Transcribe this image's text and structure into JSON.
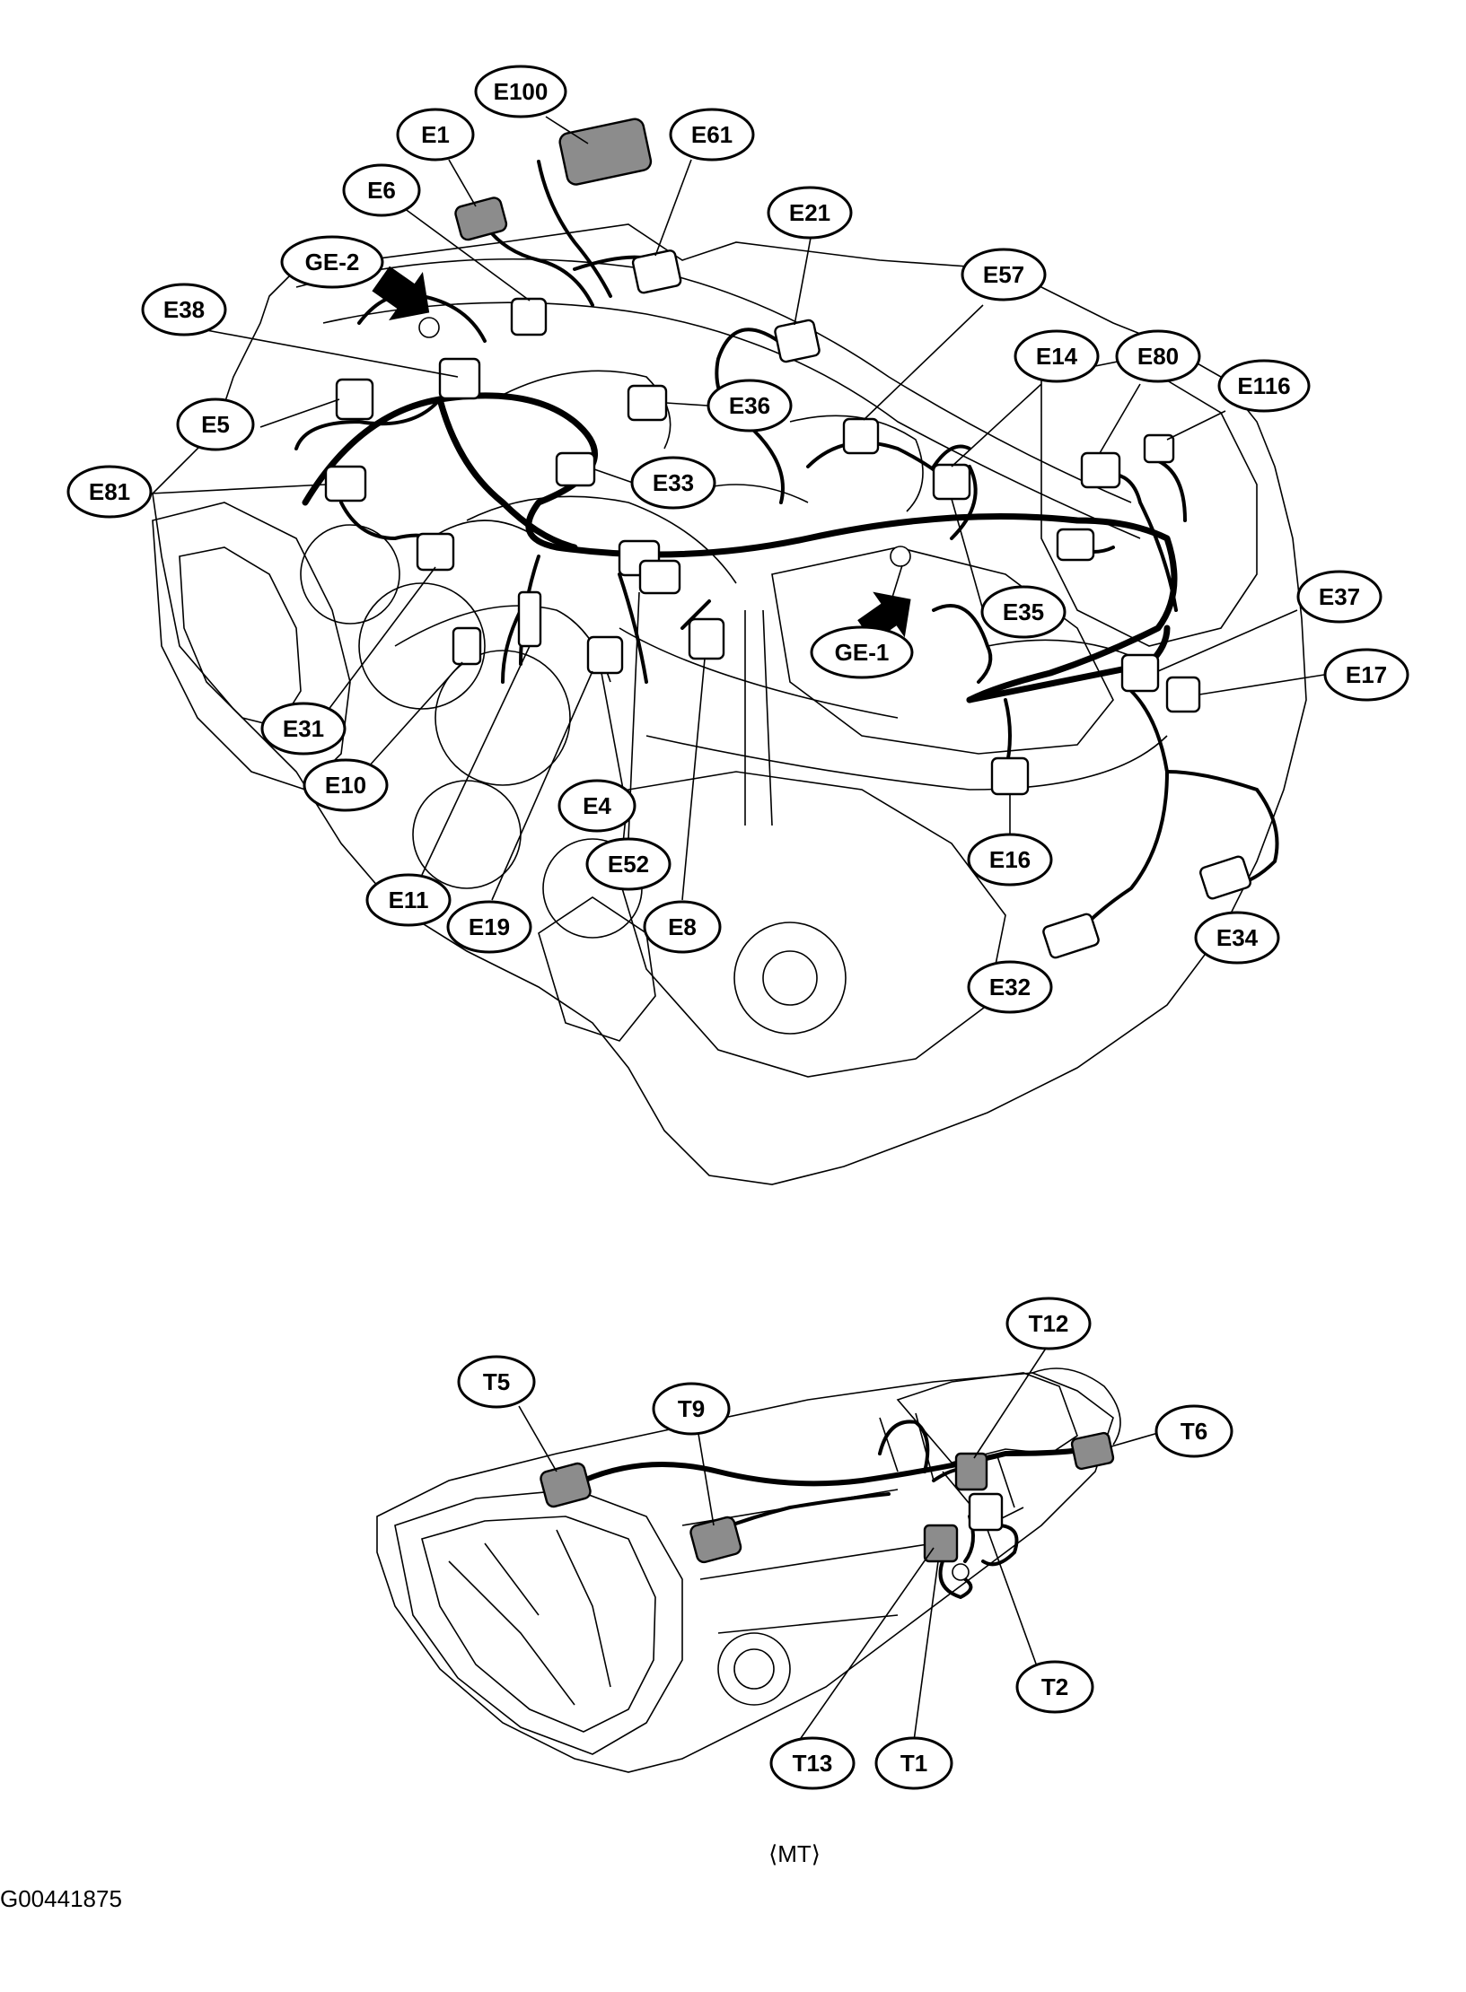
{
  "figure_code": "G00441875",
  "caption": "⟨MT⟩",
  "labels": [
    {
      "id": "E100",
      "text": "E100"
    },
    {
      "id": "E1",
      "text": "E1"
    },
    {
      "id": "E61",
      "text": "E61"
    },
    {
      "id": "E6",
      "text": "E6"
    },
    {
      "id": "E21",
      "text": "E21"
    },
    {
      "id": "GE-2",
      "text": "GE-2"
    },
    {
      "id": "E57",
      "text": "E57"
    },
    {
      "id": "E38",
      "text": "E38"
    },
    {
      "id": "E14",
      "text": "E14"
    },
    {
      "id": "E80",
      "text": "E80"
    },
    {
      "id": "E116",
      "text": "E116"
    },
    {
      "id": "E5",
      "text": "E5"
    },
    {
      "id": "E36",
      "text": "E36"
    },
    {
      "id": "E33",
      "text": "E33"
    },
    {
      "id": "E81",
      "text": "E81"
    },
    {
      "id": "E35",
      "text": "E35"
    },
    {
      "id": "E37",
      "text": "E37"
    },
    {
      "id": "GE-1",
      "text": "GE-1"
    },
    {
      "id": "E17",
      "text": "E17"
    },
    {
      "id": "E31",
      "text": "E31"
    },
    {
      "id": "E10",
      "text": "E10"
    },
    {
      "id": "E4",
      "text": "E4"
    },
    {
      "id": "E16",
      "text": "E16"
    },
    {
      "id": "E52",
      "text": "E52"
    },
    {
      "id": "E11",
      "text": "E11"
    },
    {
      "id": "E19",
      "text": "E19"
    },
    {
      "id": "E8",
      "text": "E8"
    },
    {
      "id": "E34",
      "text": "E34"
    },
    {
      "id": "E32",
      "text": "E32"
    },
    {
      "id": "T12",
      "text": "T12"
    },
    {
      "id": "T5",
      "text": "T5"
    },
    {
      "id": "T9",
      "text": "T9"
    },
    {
      "id": "T6",
      "text": "T6"
    },
    {
      "id": "T2",
      "text": "T2"
    },
    {
      "id": "T13",
      "text": "T13"
    },
    {
      "id": "T1",
      "text": "T1"
    }
  ]
}
